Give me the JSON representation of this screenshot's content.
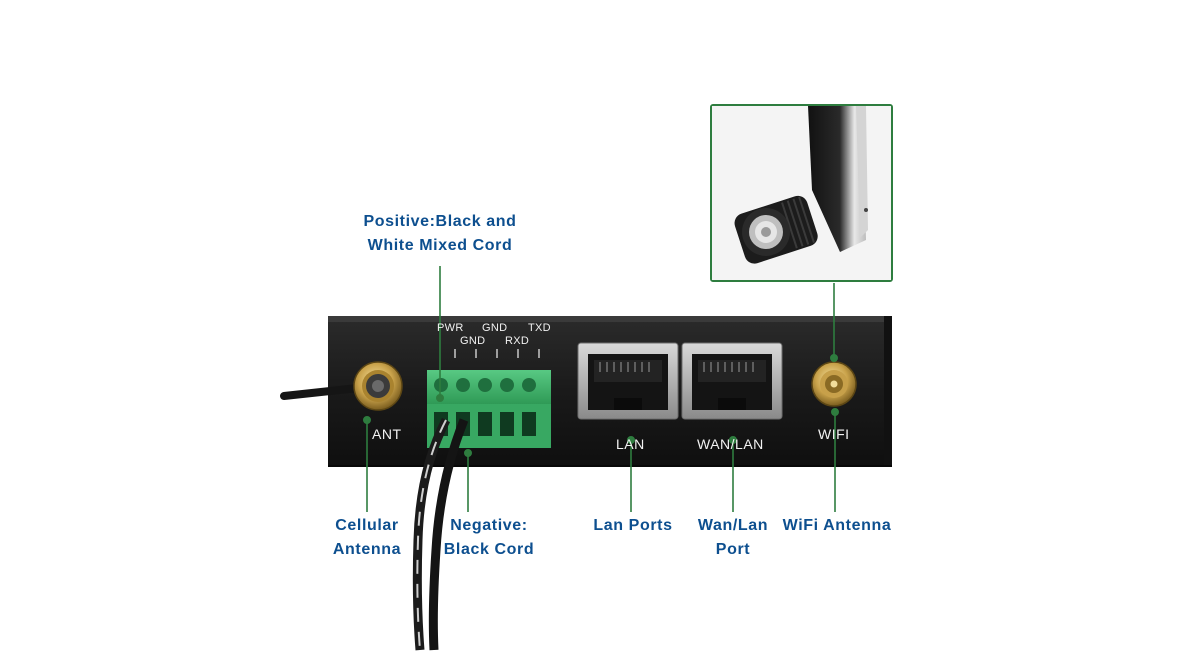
{
  "callouts": {
    "positive": {
      "line1": "Positive:Black and",
      "line2": "White Mixed Cord"
    },
    "cellular": {
      "line1": "Cellular",
      "line2": "Antenna"
    },
    "negative": {
      "line1": "Negative:",
      "line2": "Black Cord"
    },
    "lan_ports": {
      "line1": "Lan Ports"
    },
    "wan_lan": {
      "line1": "Wan/Lan",
      "line2": "Port"
    },
    "wifi_antenna": {
      "line1": "WiFi Antenna"
    }
  },
  "panel_labels": {
    "ant": "ANT",
    "lan": "LAN",
    "wan_lan": "WAN/LAN",
    "wifi": "WIFI"
  },
  "pin_labels": {
    "pwr": "PWR",
    "gnd_top": "GND",
    "txd": "TXD",
    "gnd_bottom": "GND",
    "rxd": "RXD"
  },
  "colors": {
    "callout_text": "#0d4f8f",
    "leader_line": "#2e7d3f",
    "device_body": "#1e1e1e",
    "terminal_block": "#3fb46a"
  }
}
